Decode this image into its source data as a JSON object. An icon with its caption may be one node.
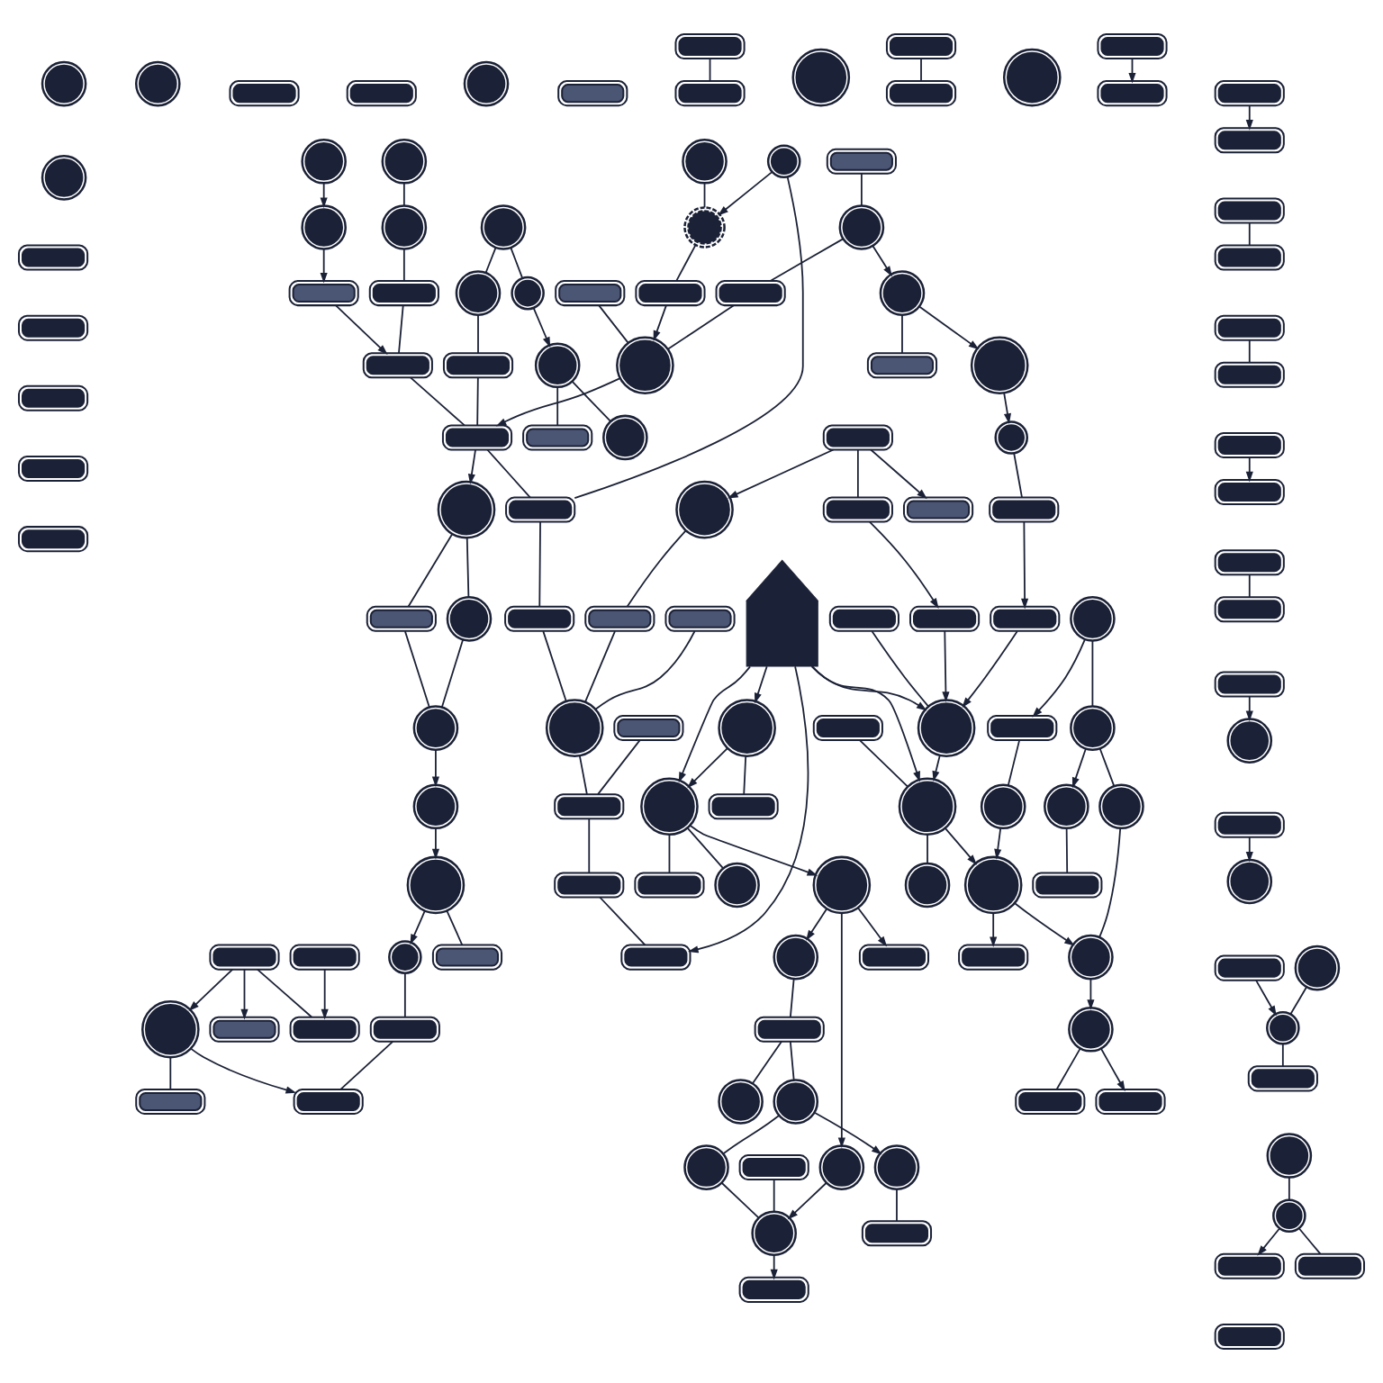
{
  "diagram": {
    "nodes": [
      {
        "text": [],
        "shape": "circle"
      },
      {
        "text": [],
        "shape": "circle"
      },
      {
        "text": [],
        "shape": "circle"
      },
      {
        "text": [],
        "shape": "circle"
      },
      {
        "text": [],
        "shape": "circle"
      },
      {
        "text": [],
        "shape": "gear"
      },
      {
        "text": [],
        "shape": "circle"
      },
      {
        "text": [],
        "shape": "circle"
      },
      {
        "text": [],
        "shape": "circle"
      },
      {
        "text": [],
        "shape": "box"
      },
      {
        "text": [],
        "shape": "box"
      },
      {
        "text": [],
        "shape": "circle"
      },
      {
        "text": [],
        "shape": "box"
      },
      {
        "text": [],
        "shape": "box"
      },
      {
        "text": [],
        "shape": "box"
      },
      {
        "text": [],
        "shape": "circle"
      },
      {
        "text": [],
        "shape": "circle"
      },
      {
        "text": [],
        "shape": "box"
      },
      {
        "text": [],
        "shape": "box"
      },
      {
        "text": [],
        "shape": "box"
      },
      {
        "text": [],
        "shape": "circle"
      },
      {
        "text": [],
        "shape": "box"
      },
      {
        "text": [],
        "shape": "box"
      },
      {
        "text": [],
        "shape": "circle"
      },
      {
        "text": [],
        "shape": "circle"
      },
      {
        "text": [],
        "shape": "circle"
      },
      {
        "text": [],
        "shape": "circle"
      },
      {
        "text": [],
        "shape": "box"
      },
      {
        "text": [],
        "shape": "box"
      },
      {
        "text": [],
        "shape": "circle"
      },
      {
        "text": [],
        "shape": "circle"
      },
      {
        "text": [],
        "shape": "box"
      },
      {
        "text": [],
        "shape": "box"
      },
      {
        "text": [],
        "shape": "circle"
      },
      {
        "text": [],
        "shape": "circle"
      },
      {
        "text": [],
        "shape": "box"
      },
      {
        "text": [],
        "shape": "box"
      },
      {
        "text": [],
        "shape": "box"
      },
      {
        "text": [],
        "shape": "box"
      },
      {
        "text": [],
        "shape": "box"
      },
      {
        "text": [],
        "shape": "box"
      },
      {
        "text": [],
        "shape": "circle"
      },
      {
        "text": [],
        "shape": "circle"
      },
      {
        "text": [],
        "shape": "box"
      },
      {
        "text": [],
        "shape": "box"
      },
      {
        "text": [],
        "shape": "box"
      },
      {
        "text": [],
        "shape": "box"
      },
      {
        "text": [],
        "shape": "circle"
      },
      {
        "text": [],
        "shape": "box"
      },
      {
        "text": [],
        "shape": "box"
      },
      {
        "text": [],
        "shape": "box"
      },
      {
        "text": [],
        "shape": "box"
      },
      {
        "text": [],
        "shape": "circle"
      },
      {
        "text": [],
        "shape": "box"
      },
      {
        "text": [],
        "shape": "box"
      },
      {
        "text": [],
        "shape": "box"
      },
      {
        "text": [],
        "shape": "box"
      },
      {
        "text": [],
        "shape": "circle"
      },
      {
        "text": [],
        "shape": "box"
      },
      {
        "text": [],
        "shape": "box"
      },
      {
        "text": [],
        "shape": "box"
      },
      {
        "text": [],
        "shape": "circle"
      },
      {
        "text": [],
        "shape": "circle"
      },
      {
        "text": [],
        "shape": "box"
      },
      {
        "text": [],
        "shape": "box"
      },
      {
        "text": [],
        "shape": "box"
      },
      {
        "text": [],
        "shape": "circle"
      },
      {
        "text": [],
        "shape": "circle"
      },
      {
        "text": [],
        "shape": "box"
      },
      {
        "text": [],
        "shape": "box"
      },
      {
        "text": [],
        "shape": "box"
      },
      {
        "text": [],
        "shape": "circle"
      },
      {
        "text": [],
        "shape": "circle"
      },
      {
        "text": [],
        "shape": "box"
      },
      {
        "text": [],
        "shape": "box"
      },
      {
        "text": [],
        "shape": "box"
      },
      {
        "text": [],
        "shape": "box"
      },
      {
        "text": [],
        "shape": "box"
      },
      {
        "text": [],
        "shape": "box"
      },
      {
        "text": [],
        "shape": "box"
      },
      {
        "text": [],
        "shape": "box"
      },
      {
        "text": [],
        "shape": "circle"
      },
      {
        "text": [],
        "shape": "box"
      },
      {
        "text": [],
        "shape": "box"
      },
      {
        "text": [],
        "shape": "box"
      },
      {
        "text": [],
        "shape": "circle"
      },
      {
        "text": [],
        "shape": "circle"
      },
      {
        "text": [],
        "shape": "box"
      },
      {
        "text": [],
        "shape": "box"
      },
      {
        "text": [],
        "shape": "box"
      },
      {
        "text": [],
        "shape": "circle"
      },
      {
        "text": [],
        "shape": "box"
      },
      {
        "text": [],
        "shape": "circle"
      },
      {
        "text": [],
        "shape": "circle"
      },
      {
        "text": [],
        "shape": "box"
      },
      {
        "text": [],
        "shape": "circle"
      },
      {
        "text": [],
        "shape": "box"
      },
      {
        "text": [],
        "shape": "circle"
      },
      {
        "text": [],
        "shape": "circle"
      },
      {
        "text": [],
        "shape": "circle"
      },
      {
        "text": [],
        "shape": "circle"
      },
      {
        "text": [],
        "shape": "circle"
      },
      {
        "text": [],
        "shape": "circle"
      },
      {
        "text": [],
        "shape": "box"
      },
      {
        "text": [],
        "shape": "circle"
      },
      {
        "text": [],
        "shape": "circle"
      },
      {
        "text": [],
        "shape": "circle"
      },
      {
        "text": [],
        "shape": "circle"
      },
      {
        "text": [],
        "shape": "circle"
      },
      {
        "text": [],
        "shape": "circle"
      },
      {
        "text": [],
        "shape": "box"
      },
      {
        "text": [],
        "shape": "box"
      },
      {
        "text": [],
        "shape": "box"
      },
      {
        "text": [],
        "shape": "box"
      },
      {
        "text": [],
        "shape": "box"
      },
      {
        "text": [],
        "shape": "box"
      },
      {
        "text": [],
        "shape": "circle"
      },
      {
        "text": [],
        "shape": "circle"
      },
      {
        "text": [],
        "shape": "circle"
      },
      {
        "text": [],
        "shape": "box"
      },
      {
        "text": [],
        "shape": "box"
      },
      {
        "text": [],
        "shape": "box"
      },
      {
        "text": [],
        "shape": "box"
      },
      {
        "text": [],
        "shape": "circle"
      },
      {
        "text": [],
        "shape": "circle"
      },
      {
        "text": [],
        "shape": "box"
      },
      {
        "text": [],
        "shape": "box"
      },
      {
        "text": [],
        "shape": "circle"
      },
      {
        "text": [],
        "shape": "box"
      },
      {
        "text": [],
        "shape": "box"
      },
      {
        "text": [],
        "shape": "circle"
      },
      {
        "text": [],
        "shape": "circle"
      },
      {
        "text": [],
        "shape": "box"
      },
      {
        "text": [],
        "shape": "box"
      },
      {
        "text": [],
        "shape": "box"
      },
      {
        "text": [],
        "shape": "box"
      },
      {
        "text": [],
        "shape": "circle"
      },
      {
        "text": [],
        "shape": "box"
      },
      {
        "text": [],
        "shape": "box"
      },
      {
        "text": [],
        "shape": "tree"
      }
    ],
    "edges": [
      {
        "from": 0,
        "to": 9,
        "arrow": "none"
      },
      {
        "from": 1,
        "to": 7,
        "arrow": "to"
      },
      {
        "from": 7,
        "to": 17,
        "arrow": "to"
      },
      {
        "from": 17,
        "to": 21,
        "arrow": "to"
      },
      {
        "from": 2,
        "to": 10,
        "arrow": "none"
      },
      {
        "from": 3,
        "to": 0,
        "arrow": "none"
      },
      {
        "from": 4,
        "to": 2,
        "arrow": "none"
      },
      {
        "from": 15,
        "to": 5,
        "arrow": "to"
      },
      {
        "from": 15,
        "to": 31,
        "arrow": "none"
      },
      {
        "from": 8,
        "to": 5,
        "arrow": "none"
      },
      {
        "from": 5,
        "to": 18,
        "arrow": "none"
      },
      {
        "from": 6,
        "to": 11,
        "arrow": "none"
      },
      {
        "from": 6,
        "to": 19,
        "arrow": "none"
      },
      {
        "from": 16,
        "to": 6,
        "arrow": "to"
      },
      {
        "from": 4,
        "to": 16,
        "arrow": "none"
      },
      {
        "from": 9,
        "to": 21,
        "arrow": "none"
      },
      {
        "from": 10,
        "to": 22,
        "arrow": "none"
      },
      {
        "from": 14,
        "to": 26,
        "arrow": "none"
      },
      {
        "from": 13,
        "to": 23,
        "arrow": "none"
      },
      {
        "from": 18,
        "to": 23,
        "arrow": "to"
      },
      {
        "from": 26,
        "to": 25,
        "arrow": "to"
      },
      {
        "from": 26,
        "to": 27,
        "arrow": "none"
      },
      {
        "from": 27,
        "to": 23,
        "arrow": "none"
      },
      {
        "from": 23,
        "to": 22,
        "arrow": "to"
      },
      {
        "from": 25,
        "to": 41,
        "arrow": "to"
      },
      {
        "from": 25,
        "to": 35,
        "arrow": "none"
      },
      {
        "from": 37,
        "to": 36,
        "arrow": "to"
      },
      {
        "from": 37,
        "to": 33,
        "arrow": "to"
      },
      {
        "from": 37,
        "to": 43,
        "arrow": "none"
      },
      {
        "from": 43,
        "to": 44,
        "arrow": "to"
      },
      {
        "from": 41,
        "to": 52,
        "arrow": "to"
      },
      {
        "from": 52,
        "to": 53,
        "arrow": "none"
      },
      {
        "from": 53,
        "to": 54,
        "arrow": "to"
      },
      {
        "from": 54,
        "to": 66,
        "arrow": "to"
      },
      {
        "from": 44,
        "to": 66,
        "arrow": "to"
      },
      {
        "from": 33,
        "to": 45,
        "arrow": "none"
      },
      {
        "from": 46,
        "to": 58,
        "arrow": "none"
      },
      {
        "from": 45,
        "to": 47,
        "arrow": "none"
      },
      {
        "from": 21,
        "to": 22,
        "arrow": "none"
      },
      {
        "from": 22,
        "to": 31,
        "arrow": "none"
      },
      {
        "from": 31,
        "to": 32,
        "arrow": "none"
      },
      {
        "from": 32,
        "to": 47,
        "arrow": "none"
      },
      {
        "from": 47,
        "to": 58,
        "arrow": "none"
      },
      {
        "from": 22,
        "to": 24,
        "arrow": "to"
      },
      {
        "from": 24,
        "to": 28,
        "arrow": "none"
      },
      {
        "from": 28,
        "to": 29,
        "arrow": "none"
      },
      {
        "from": 29,
        "to": 30,
        "arrow": "to"
      },
      {
        "from": 30,
        "to": 42,
        "arrow": "to"
      },
      {
        "from": 20,
        "to": 29,
        "arrow": "none"
      },
      {
        "from": 24,
        "to": 20,
        "arrow": "none"
      },
      {
        "from": 38,
        "to": 34,
        "arrow": "to"
      },
      {
        "from": 38,
        "to": 39,
        "arrow": "to"
      },
      {
        "from": 38,
        "to": 51,
        "arrow": "none"
      },
      {
        "from": 50,
        "to": 51,
        "arrow": "to"
      },
      {
        "from": 42,
        "to": 40,
        "arrow": "none"
      },
      {
        "from": 42,
        "to": 57,
        "arrow": "to"
      },
      {
        "from": 57,
        "to": 56,
        "arrow": "none"
      },
      {
        "from": 56,
        "to": 55,
        "arrow": "none"
      },
      {
        "from": 34,
        "to": 55,
        "arrow": "to"
      },
      {
        "from": 34,
        "to": 49,
        "arrow": "none"
      },
      {
        "from": 48,
        "to": 47,
        "arrow": "none"
      },
      {
        "from": 58,
        "to": 59,
        "arrow": "none"
      },
      {
        "from": 59,
        "to": 60,
        "arrow": "none"
      },
      {
        "from": 139,
        "to": 60,
        "arrow": "to"
      },
      {
        "from": 61,
        "to": 62,
        "arrow": "none"
      },
      {
        "from": 62,
        "to": 63,
        "arrow": "to"
      },
      {
        "from": 62,
        "to": 73,
        "arrow": "none"
      },
      {
        "from": 64,
        "to": 66,
        "arrow": "none"
      },
      {
        "from": 65,
        "to": 74,
        "arrow": "none"
      },
      {
        "from": 66,
        "to": 85,
        "arrow": "to"
      },
      {
        "from": 82,
        "to": 85,
        "arrow": "none"
      },
      {
        "from": 77,
        "to": 78,
        "arrow": "none"
      },
      {
        "from": 84,
        "to": 91,
        "arrow": "to"
      },
      {
        "from": 85,
        "to": 98,
        "arrow": "to"
      },
      {
        "from": 85,
        "to": 92,
        "arrow": "none"
      },
      {
        "from": 95,
        "to": 96,
        "arrow": "to"
      },
      {
        "from": 96,
        "to": 97,
        "arrow": "none"
      },
      {
        "from": 97,
        "to": 98,
        "arrow": "to"
      },
      {
        "from": 95,
        "to": 105,
        "arrow": "none"
      },
      {
        "from": 105,
        "to": 117,
        "arrow": "to"
      },
      {
        "from": 105,
        "to": 106,
        "arrow": "none"
      },
      {
        "from": 106,
        "to": 109,
        "arrow": "none"
      },
      {
        "from": 98,
        "to": 109,
        "arrow": "to"
      },
      {
        "from": 98,
        "to": 110,
        "arrow": "to"
      },
      {
        "from": 109,
        "to": 123,
        "arrow": "to"
      },
      {
        "from": 117,
        "to": 119,
        "arrow": "none"
      },
      {
        "from": 123,
        "to": 125,
        "arrow": "none"
      },
      {
        "from": 123,
        "to": 132,
        "arrow": "to"
      },
      {
        "from": 133,
        "to": 131,
        "arrow": "to"
      },
      {
        "from": 126,
        "to": 137,
        "arrow": "none"
      },
      {
        "from": 72,
        "to": 71,
        "arrow": "none"
      },
      {
        "from": 68,
        "to": 71,
        "arrow": "to"
      },
      {
        "from": 71,
        "to": 76,
        "arrow": "none"
      },
      {
        "from": 67,
        "to": 69,
        "arrow": "none"
      },
      {
        "from": 75,
        "to": 70,
        "arrow": "to"
      },
      {
        "from": 67,
        "to": 86,
        "arrow": "to"
      },
      {
        "from": 86,
        "to": 87,
        "arrow": "none"
      },
      {
        "from": 79,
        "to": 80,
        "arrow": "none"
      },
      {
        "from": 89,
        "to": 94,
        "arrow": "to"
      },
      {
        "from": 86,
        "to": 101,
        "arrow": "to"
      },
      {
        "from": 101,
        "to": 102,
        "arrow": "to"
      },
      {
        "from": 102,
        "to": 103,
        "arrow": "none"
      },
      {
        "from": 103,
        "to": 104,
        "arrow": "none"
      },
      {
        "from": 103,
        "to": 107,
        "arrow": "none"
      },
      {
        "from": 107,
        "to": 118,
        "arrow": "to"
      },
      {
        "from": 107,
        "to": 108,
        "arrow": "none"
      },
      {
        "from": 101,
        "to": 113,
        "arrow": "to"
      },
      {
        "from": 101,
        "to": 116,
        "arrow": "to"
      },
      {
        "from": 116,
        "to": 130,
        "arrow": "to"
      },
      {
        "from": 108,
        "to": 130,
        "arrow": "none"
      },
      {
        "from": 118,
        "to": 120,
        "arrow": "none"
      },
      {
        "from": 130,
        "to": 134,
        "arrow": "to"
      },
      {
        "from": 135,
        "to": 136,
        "arrow": "to"
      },
      {
        "from": 129,
        "to": 138,
        "arrow": "none"
      },
      {
        "from": 128,
        "to": 130,
        "arrow": "none"
      },
      {
        "from": 86,
        "to": 93,
        "arrow": "none"
      },
      {
        "from": 139,
        "to": 66,
        "arrow": "to"
      },
      {
        "from": 139,
        "to": 67,
        "arrow": "to"
      },
      {
        "from": 139,
        "to": 85,
        "arrow": "to"
      },
      {
        "from": 139,
        "to": 86,
        "arrow": "to"
      }
    ]
  }
}
